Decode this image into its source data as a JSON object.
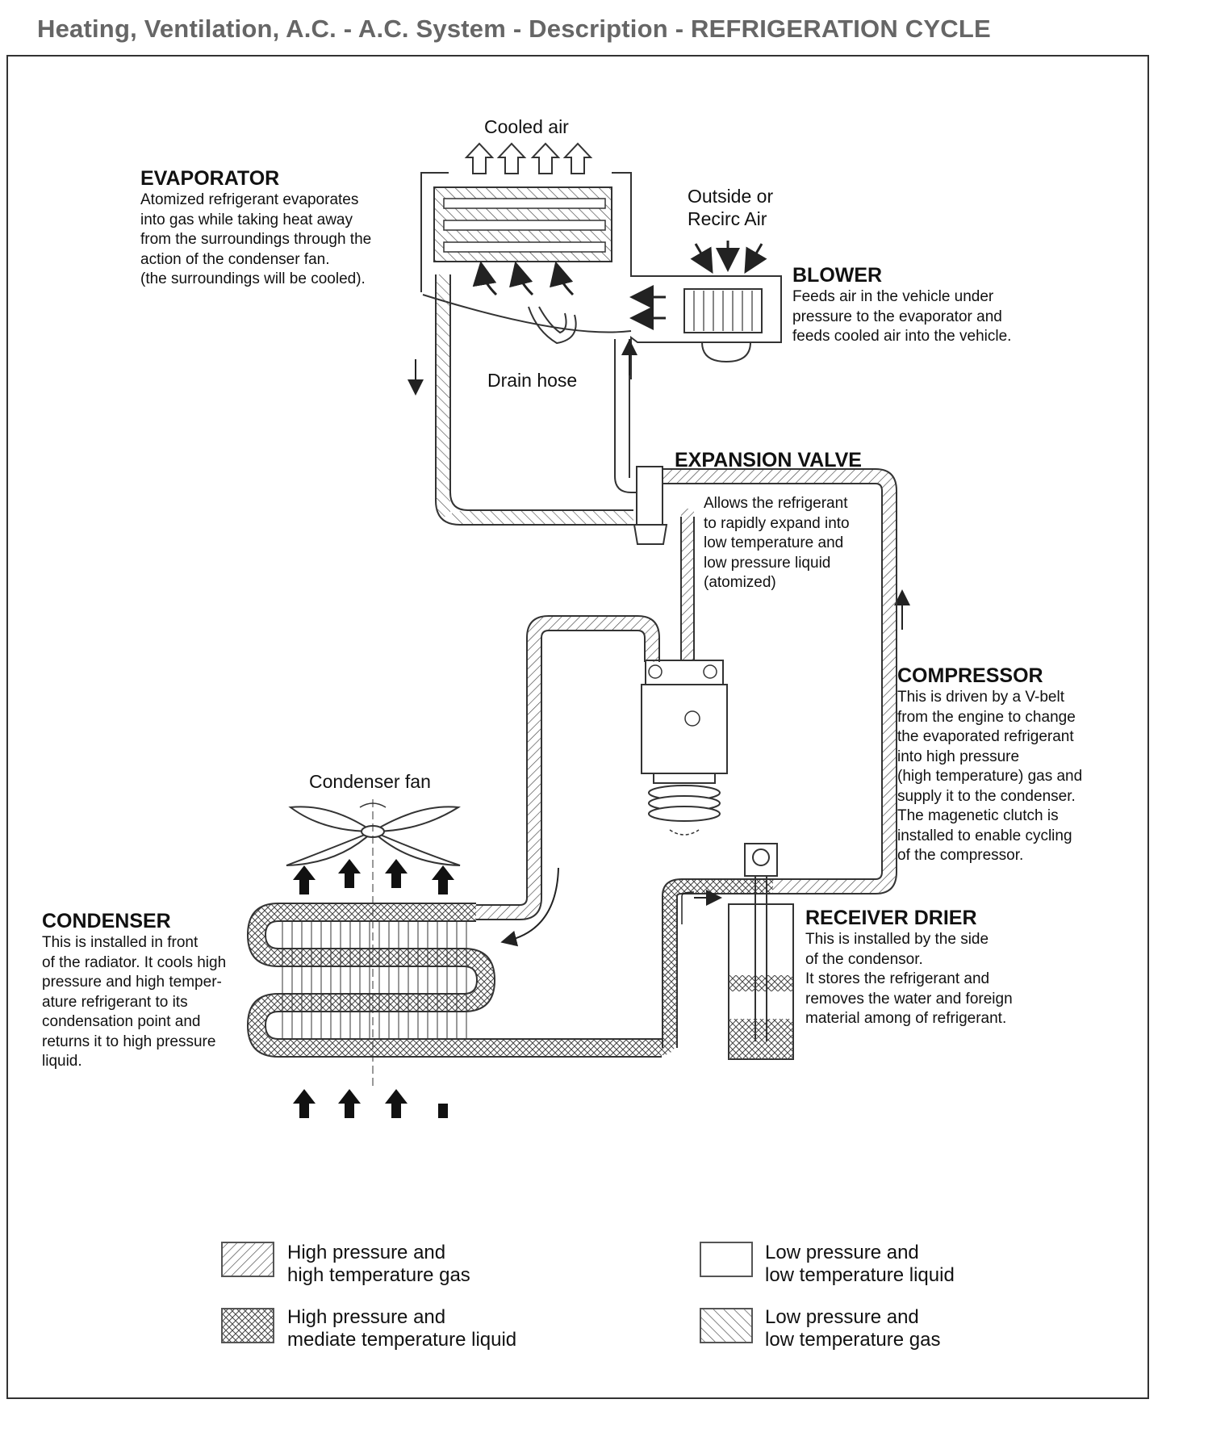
{
  "header": {
    "title": "Heating, Ventilation, A.C. - A.C. System - Description - REFRIGERATION CYCLE"
  },
  "labels": {
    "cooled_air": "Cooled air",
    "outside_air": [
      "Outside or",
      "Recirc Air"
    ],
    "drain_hose": "Drain hose",
    "condenser_fan": "Condenser fan"
  },
  "components": {
    "evaporator": {
      "title": "EVAPORATOR",
      "lines": [
        "Atomized refrigerant evaporates",
        "into gas while taking heat away",
        "from the surroundings through the",
        "action of the condenser fan.",
        "(the surroundings will be cooled)."
      ]
    },
    "blower": {
      "title": "BLOWER",
      "lines": [
        "Feeds air in the vehicle under",
        "pressure to the evaporator and",
        "feeds cooled air into the vehicle."
      ]
    },
    "expansion_valve": {
      "title": "EXPANSION VALVE",
      "lines": [
        "Allows the refrigerant",
        "to rapidly expand into",
        "low temperature and",
        "low pressure liquid",
        "(atomized)"
      ]
    },
    "compressor": {
      "title": "COMPRESSOR",
      "lines": [
        "This is driven by a V-belt",
        "from the engine to change",
        "the evaporated refrigerant",
        "into high pressure",
        "(high temperature) gas and",
        "supply it to the condenser.",
        "The magenetic clutch is",
        "installed to enable cycling",
        "of the compressor."
      ]
    },
    "condenser": {
      "title": "CONDENSER",
      "lines": [
        "This is installed in front",
        "of the radiator. It cools high",
        "pressure and high temper-",
        "ature refrigerant to its",
        "condensation point and",
        "returns it to high pressure",
        "liquid."
      ]
    },
    "receiver_drier": {
      "title": "RECEIVER DRIER",
      "lines": [
        "This is installed by the side",
        "of the condensor.",
        "It stores the refrigerant and",
        "removes the water and foreign",
        "material among of refrigerant."
      ]
    }
  },
  "legend": [
    {
      "lines": [
        "High pressure and",
        "high temperature gas"
      ],
      "pattern": "hp-gas"
    },
    {
      "lines": [
        "Low pressure and",
        "low temperature liquid"
      ],
      "pattern": "lp-liquid"
    },
    {
      "lines": [
        "High pressure and",
        "mediate temperature liquid"
      ],
      "pattern": "hp-liquid"
    },
    {
      "lines": [
        "Low pressure and",
        "low temperature gas"
      ],
      "pattern": "lp-gas"
    }
  ],
  "colors": {
    "line": "#333333",
    "header_text": "#666666"
  }
}
